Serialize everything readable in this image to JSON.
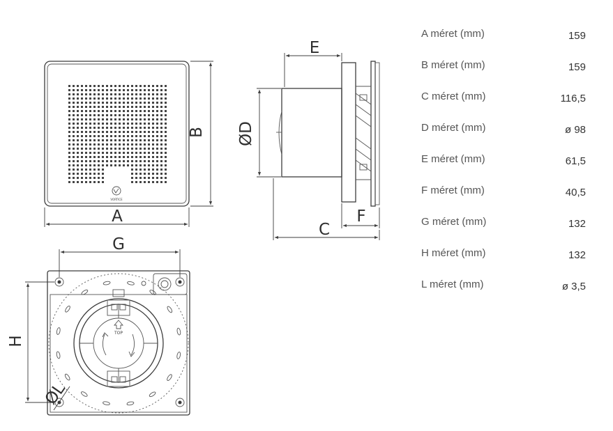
{
  "labels": {
    "A": "A",
    "B": "B",
    "C": "C",
    "D": "ØD",
    "E": "E",
    "F": "F",
    "G": "G",
    "H": "H",
    "L": "ØL"
  },
  "logo_text": "VORTICE",
  "top_mark": "TOP",
  "specs": [
    {
      "label": "A méret (mm)",
      "value": "159"
    },
    {
      "label": "B méret (mm)",
      "value": "159"
    },
    {
      "label": "C méret (mm)",
      "value": "116,5"
    },
    {
      "label": "D méret (mm)",
      "value": "ø 98"
    },
    {
      "label": "E méret (mm)",
      "value": "61,5"
    },
    {
      "label": "F méret (mm)",
      "value": "40,5"
    },
    {
      "label": "G méret (mm)",
      "value": "132"
    },
    {
      "label": "H méret (mm)",
      "value": "132"
    },
    {
      "label": "L méret (mm)",
      "value": "ø 3,5"
    }
  ],
  "colors": {
    "line": "#3c3c3c",
    "label_text": "#555555",
    "value_text": "#333333"
  }
}
